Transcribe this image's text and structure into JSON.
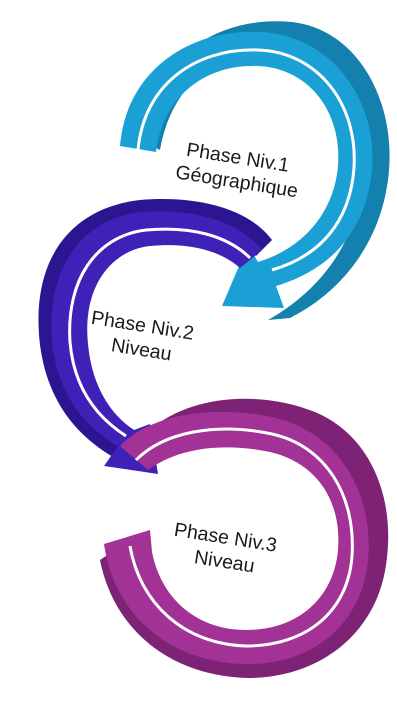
{
  "diagram": {
    "phases": [
      {
        "line1": "Phase Niv.1",
        "line2": "Géographique",
        "color": "#1ba0d6",
        "shade": "#1380ad"
      },
      {
        "line1": "Phase Niv.2",
        "line2": "Niveau",
        "color": "#3e22b8",
        "shade": "#2c1590"
      },
      {
        "line1": "Phase Niv.3",
        "line2": "Niveau",
        "color": "#a23296",
        "shade": "#7e2275"
      }
    ]
  }
}
